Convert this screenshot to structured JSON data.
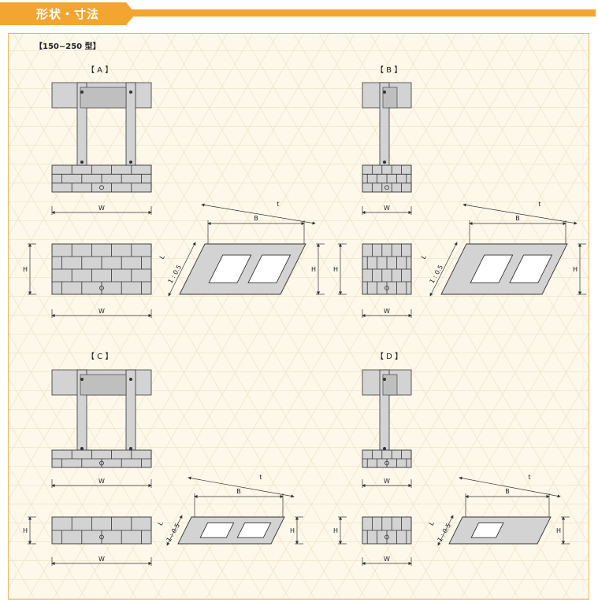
{
  "header": {
    "title": "形状・寸法"
  },
  "series_label": "【150~250 型】",
  "sections": [
    {
      "id": "A",
      "label": "【 A 】"
    },
    {
      "id": "B",
      "label": "【 B 】"
    },
    {
      "id": "C",
      "label": "【 C 】"
    },
    {
      "id": "D",
      "label": "【 D 】"
    }
  ],
  "dims": {
    "w": "W",
    "h": "H",
    "b": "B",
    "t": "t",
    "l": "L",
    "slope": "1 : 0.5"
  },
  "colors": {
    "accent": "#f2a530",
    "panel_bg": "#fdf8ea",
    "block": "#d3d3d3",
    "line": "#333333"
  }
}
